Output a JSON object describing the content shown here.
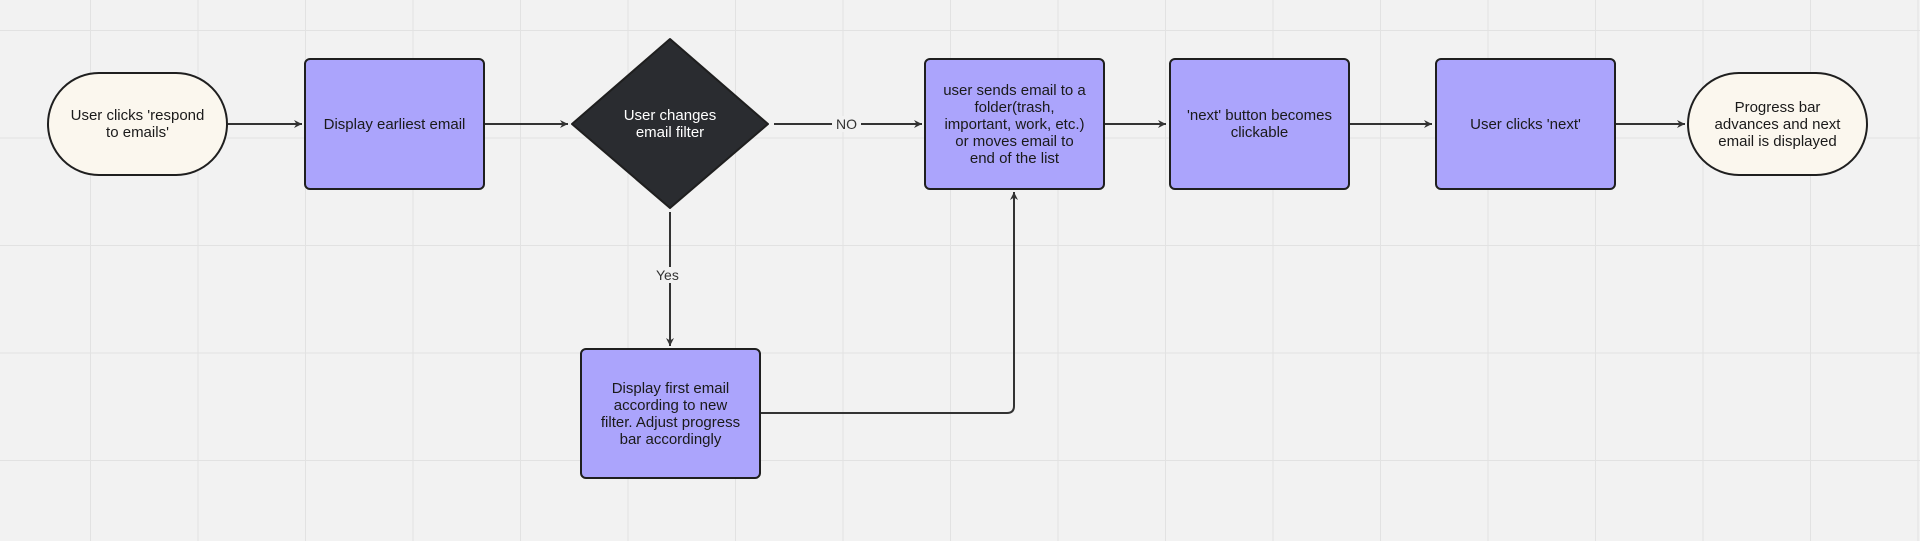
{
  "nodes": {
    "start": "User clicks 'respond\nto emails'",
    "display_earliest": "Display earliest email",
    "decision": "User changes\nemail filter",
    "send_email": "user sends email to a\nfolder(trash,\nimportant, work, etc.)\nor moves email to\nend of the list",
    "next_clickable": "'next' button becomes\nclickable",
    "user_clicks_next": "User clicks 'next'",
    "end": "Progress bar\nadvances and next\nemail is displayed",
    "display_filtered": "Display first email\naccording to new\nfilter. Adjust progress\nbar accordingly"
  },
  "edges": {
    "no_label": "NO",
    "yes_label": "Yes"
  },
  "colors": {
    "background": "#f2f2f2",
    "grid": "#e2e2e2",
    "process_fill": "#aba4fc",
    "terminal_fill": "#fbf7ee",
    "decision_fill": "#2a2c30",
    "stroke": "#1f1f1f",
    "connector": "#333333"
  }
}
